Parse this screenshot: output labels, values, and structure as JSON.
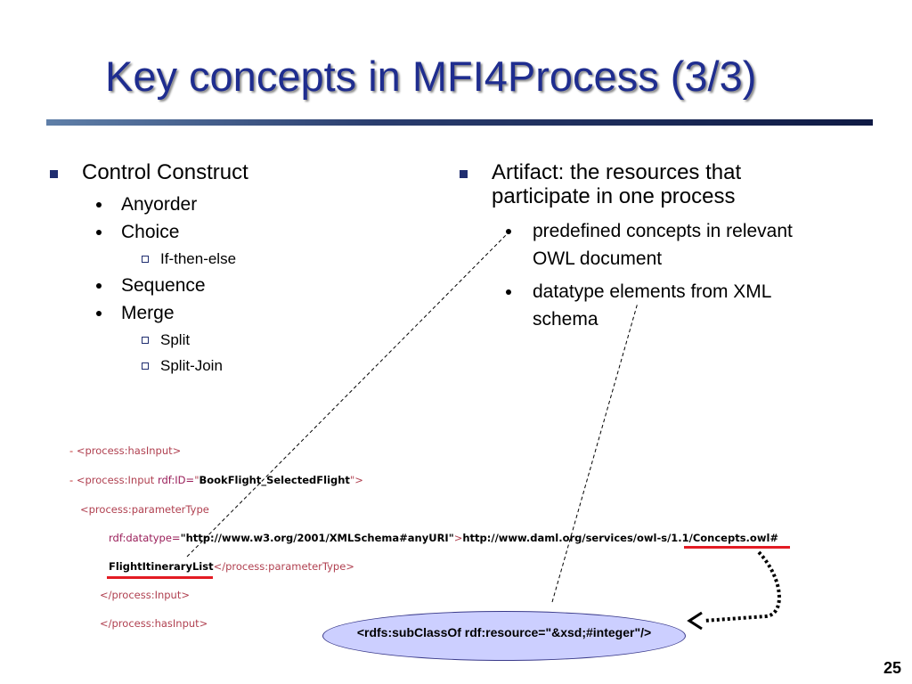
{
  "slide": {
    "title": "Key concepts in MFI4Process (3/3)",
    "page_number": "25"
  },
  "left_column": {
    "heading": "Control Construct",
    "items": [
      {
        "label": "Anyorder",
        "subitems": []
      },
      {
        "label": "Choice",
        "subitems": [
          "If-then-else"
        ]
      },
      {
        "label": "Sequence",
        "subitems": []
      },
      {
        "label": "Merge",
        "subitems": [
          "Split",
          "Split-Join"
        ]
      }
    ]
  },
  "right_column": {
    "heading_line1": "Artifact: the resources that",
    "heading_line2": "participate in one process",
    "items": [
      {
        "line1": "predefined concepts in relevant",
        "line2": "OWL document"
      },
      {
        "line1": "datatype elements from XML",
        "line2": "schema"
      }
    ]
  },
  "xml_snippet": {
    "line1": {
      "prefix": "- ",
      "tag": "<process:hasInput>"
    },
    "line2": {
      "prefix": "- ",
      "tag_open": "<process:Input ",
      "attr": "rdf:ID=",
      "q1": "\"",
      "value": "BookFlight_SelectedFlight",
      "q2": "\"",
      "tag_close": ">"
    },
    "line3": {
      "tag": "<process:parameterType"
    },
    "line4": {
      "attr": "rdf:datatype=",
      "value": "\"http://www.w3.org/2001/XMLSchema#anyURI\"",
      "tag_close": ">",
      "text": "http://www.daml.org/services/owl-s/1.1/Concepts.owl#"
    },
    "line5": {
      "value": "FlightItineraryList",
      "tag": "</process:parameterType>"
    },
    "line6": {
      "tag": "</process:Input>"
    },
    "line7": {
      "tag": "</process:hasInput>"
    }
  },
  "callout": {
    "text": "<rdfs:subClassOf rdf:resource=\"&xsd;#integer\"/>"
  },
  "colors": {
    "title": "#1f2d8f",
    "bullet": "#1f2d6f",
    "highlight_red": "#e31b23",
    "callout_fill": "#cccfff"
  }
}
